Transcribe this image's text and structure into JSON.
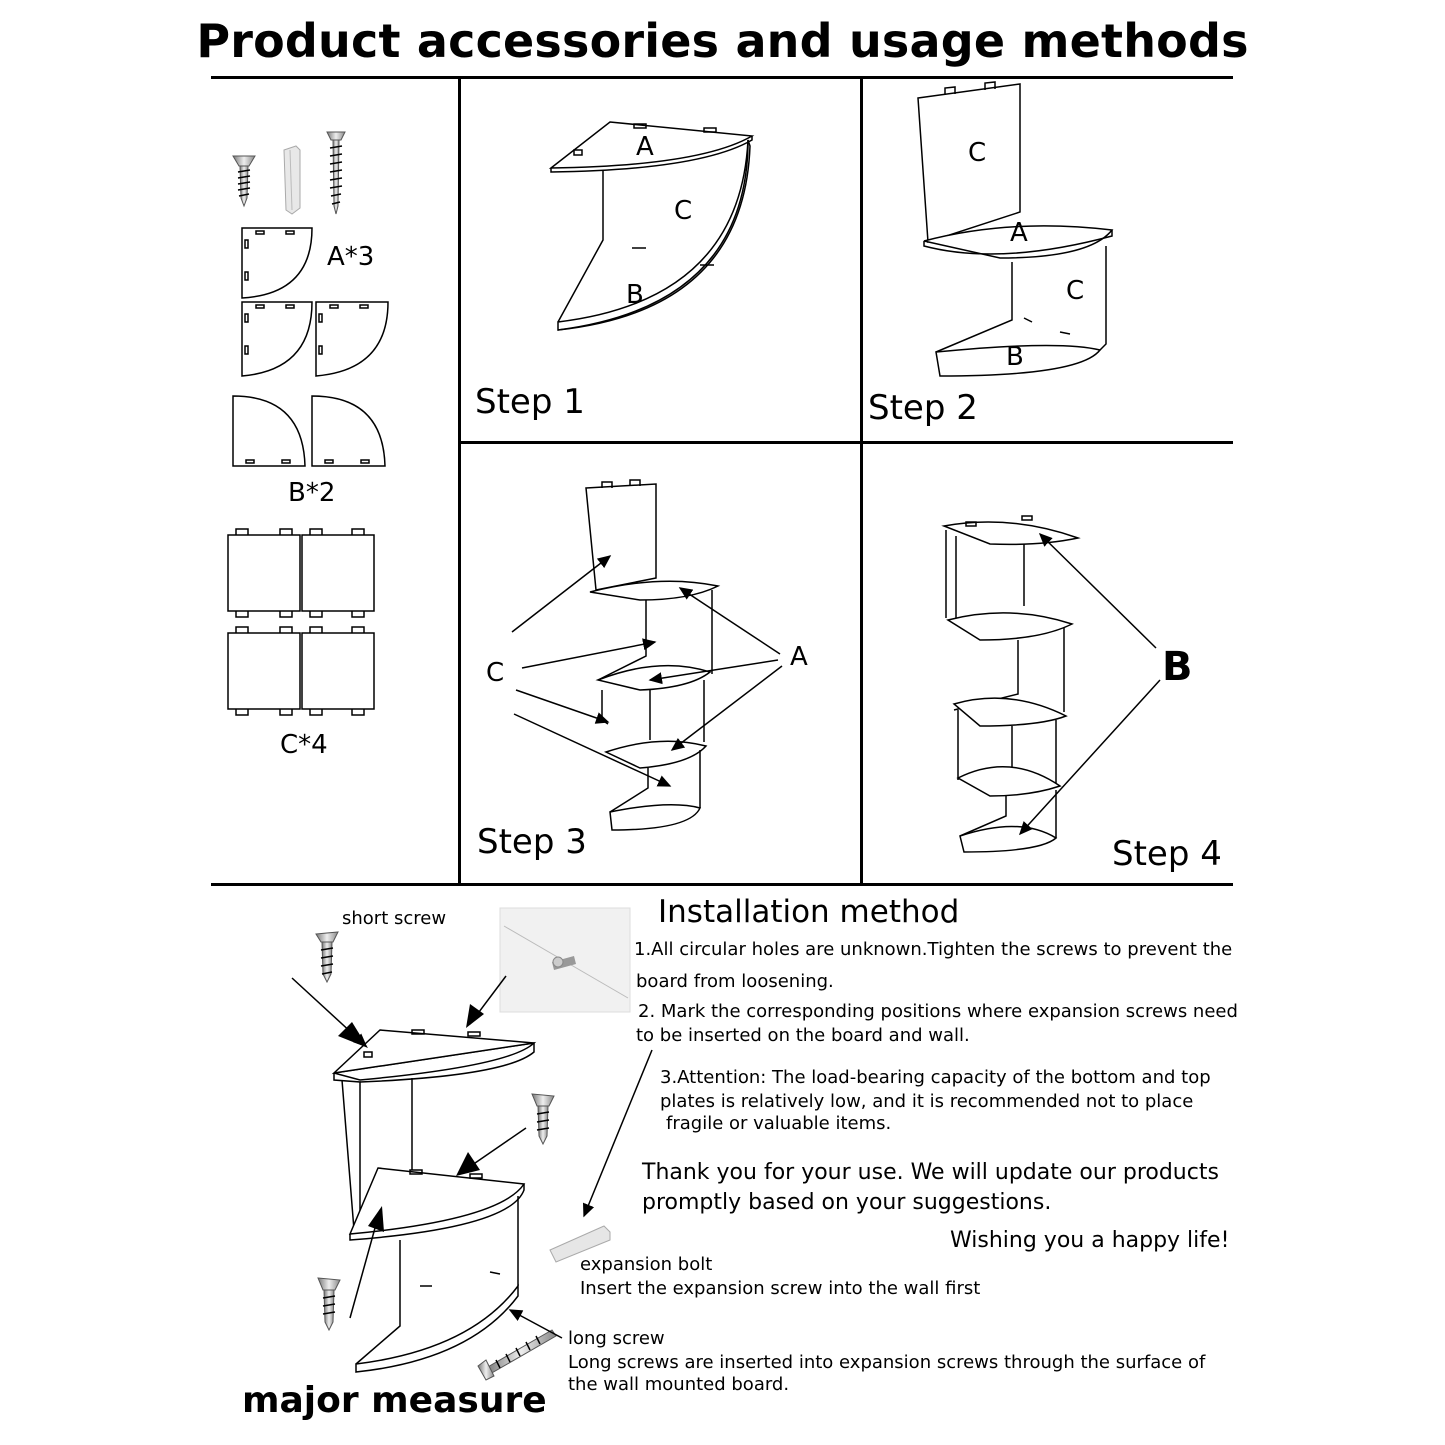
{
  "title": "Product accessories and usage methods",
  "parts": {
    "a": "A*3",
    "b": "B*2",
    "c": "C*4"
  },
  "steps": {
    "s1": {
      "label": "Step 1",
      "a": "A",
      "b": "B",
      "c": "C"
    },
    "s2": {
      "label": "Step 2",
      "c1": "C",
      "a": "A",
      "c2": "C",
      "b": "B"
    },
    "s3": {
      "label": "Step 3",
      "c": "C",
      "a": "A"
    },
    "s4": {
      "label": "Step 4",
      "b": "B"
    }
  },
  "installation": {
    "heading": "Installation method",
    "line1a": "1.All circular holes are unknown.Tighten the screws to prevent the",
    "line1b": "board from loosening.",
    "line2a": "2. Mark the corresponding positions where expansion screws need",
    "line2b": "to be inserted on the board and wall.",
    "line3a": "3.Attention: The load-bearing capacity of the bottom and top",
    "line3b": "plates is relatively low, and it is recommended not to place",
    "line3c": "fragile or valuable items.",
    "thanks1": "Thank you for your use. We will update our products",
    "thanks2": "promptly based on your suggestions.",
    "wish": "Wishing you a happy life!"
  },
  "callouts": {
    "short_screw": "short screw",
    "expansion_bolt": "expansion bolt",
    "expansion_desc": "Insert the expansion screw into the wall first",
    "long_screw": "long screw",
    "long_desc1": "Long screws are inserted into expansion screws through the surface of",
    "long_desc2": "the wall mounted board."
  },
  "major_measure": "major measure"
}
